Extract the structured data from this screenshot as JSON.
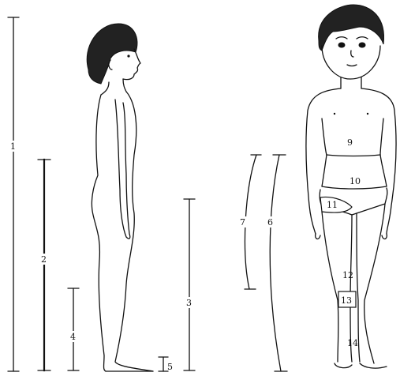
{
  "labels": {
    "m1": "1",
    "m2": "2",
    "m3": "3",
    "m4": "4",
    "m5": "5",
    "m6": "6",
    "m7": "7",
    "m9": "9",
    "m10": "10",
    "m11": "11",
    "m12": "12",
    "m13": "13",
    "m14": "14"
  }
}
